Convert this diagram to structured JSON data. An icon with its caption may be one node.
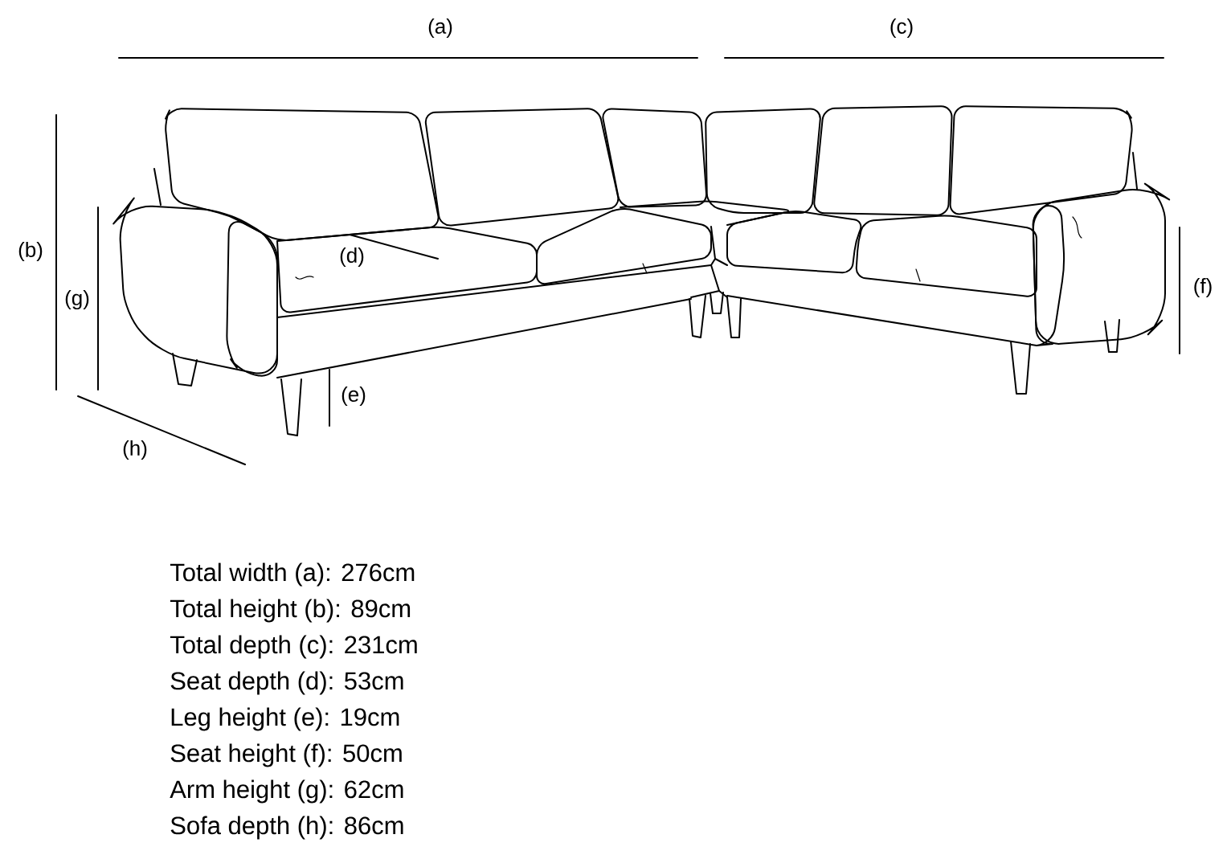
{
  "diagram": {
    "labels": [
      "(a)",
      "(c)",
      "(b)",
      "(d)",
      "(g)",
      "(f)",
      "(e)",
      "(h)",
      "Total width (a): 276cm",
      "Total height (b): 89cm",
      "Total depth (c): 231cm",
      "Seat depth (d): 53cm",
      "Leg height (e): 19cm",
      "Seat height (f): 50cm",
      "Arm height (g): 62cm",
      "Sofa depth (h): 86cm"
    ]
  }
}
